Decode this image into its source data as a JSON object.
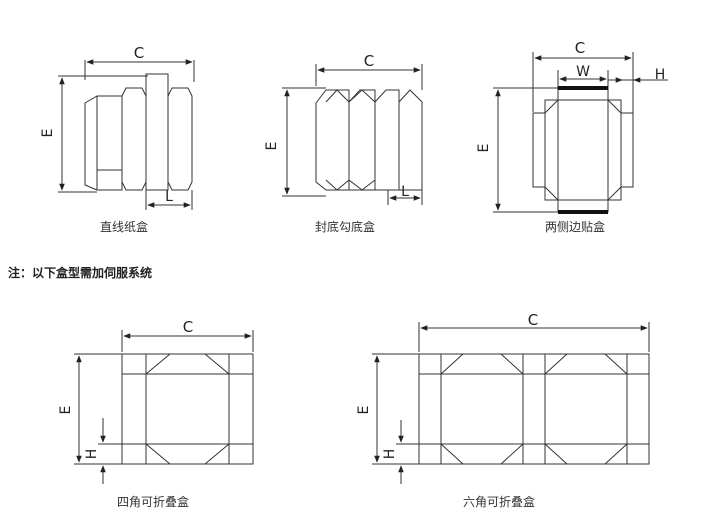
{
  "diagrams": [
    {
      "id": "straight",
      "caption": "直线纸盒",
      "dims": [
        "C",
        "E",
        "L"
      ]
    },
    {
      "id": "lock-bottom",
      "caption": "封底勾底盒",
      "dims": [
        "C",
        "E",
        "L"
      ]
    },
    {
      "id": "side-seal",
      "caption": "两侧边贴盒",
      "dims": [
        "C",
        "W",
        "H",
        "E"
      ]
    },
    {
      "id": "four-corner",
      "caption": "四角可折叠盒",
      "dims": [
        "C",
        "E",
        "H"
      ]
    },
    {
      "id": "six-corner",
      "caption": "六角可折叠盒",
      "dims": [
        "C",
        "E",
        "H"
      ]
    }
  ],
  "note": "注：以下盒型需加伺服系统",
  "colors": {
    "line": "#333333",
    "accent": "#111111"
  }
}
